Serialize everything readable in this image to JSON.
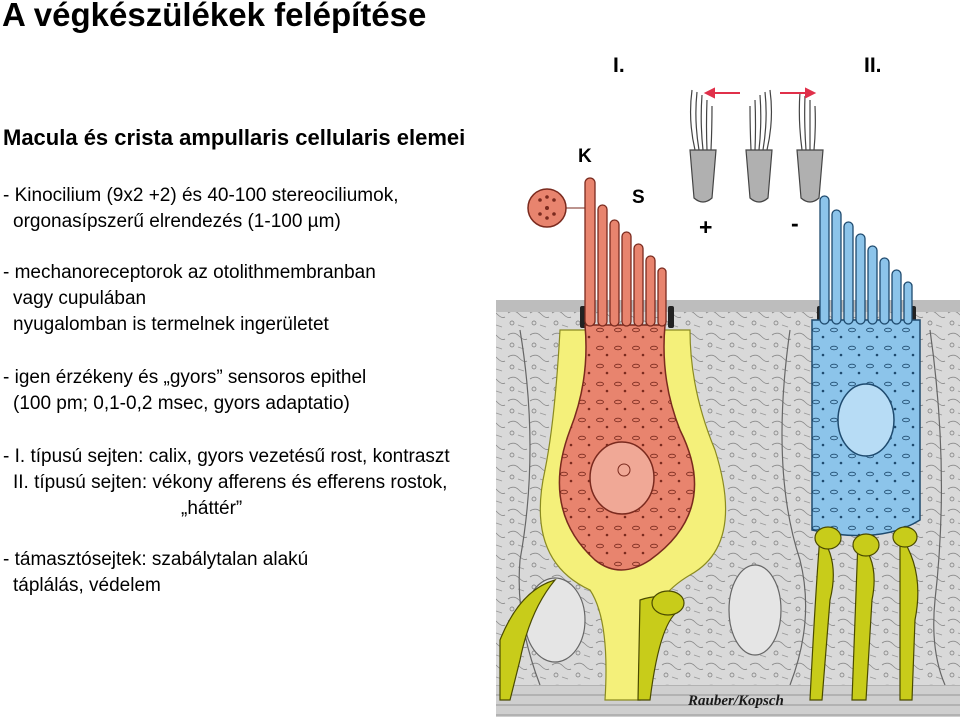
{
  "slide": {
    "title": "A végkészülékek felépítése",
    "subtitle": "Macula és crista ampullaris cellularis elemei",
    "block1": {
      "l1": "- Kinocilium (9x2 +2) és 40-100 stereociliumok,",
      "l2": "orgonasípszerű elrendezés (1-100 µm)"
    },
    "block2": {
      "l1": "- mechanoreceptorok az otolithmembranban",
      "l2": "vagy cupulában",
      "l3": "nyugalomban is termelnek ingerületet"
    },
    "block3": {
      "l1": "- igen érzékeny és „gyors” sensoros epithel",
      "l2": "(100 pm; 0,1-0,2 msec, gyors adaptatio)"
    },
    "block4": {
      "l1": "- I. típusú sejten: calix, gyors vezetésű rost, kontraszt",
      "l2": "II. típusú sejten: vékony afferens és efferens rostok,",
      "l3": "„háttér”"
    },
    "block5": {
      "l1": "- támasztósejtek: szabálytalan alakú",
      "l2": "táplálás, védelem"
    }
  },
  "figure_labels": {
    "type1": "I.",
    "type2": "II.",
    "kino": "K",
    "stereo": "S",
    "plus": "+",
    "minus": "-",
    "credit": "Rauber/Kopsch"
  },
  "colors": {
    "type1_cell": "#e8846e",
    "type2_cell": "#8cc4ea",
    "calix": "#f4f07a",
    "nerve": "#c8cc1a",
    "support": "#d9d9d9",
    "arrow": "#e0304a"
  }
}
